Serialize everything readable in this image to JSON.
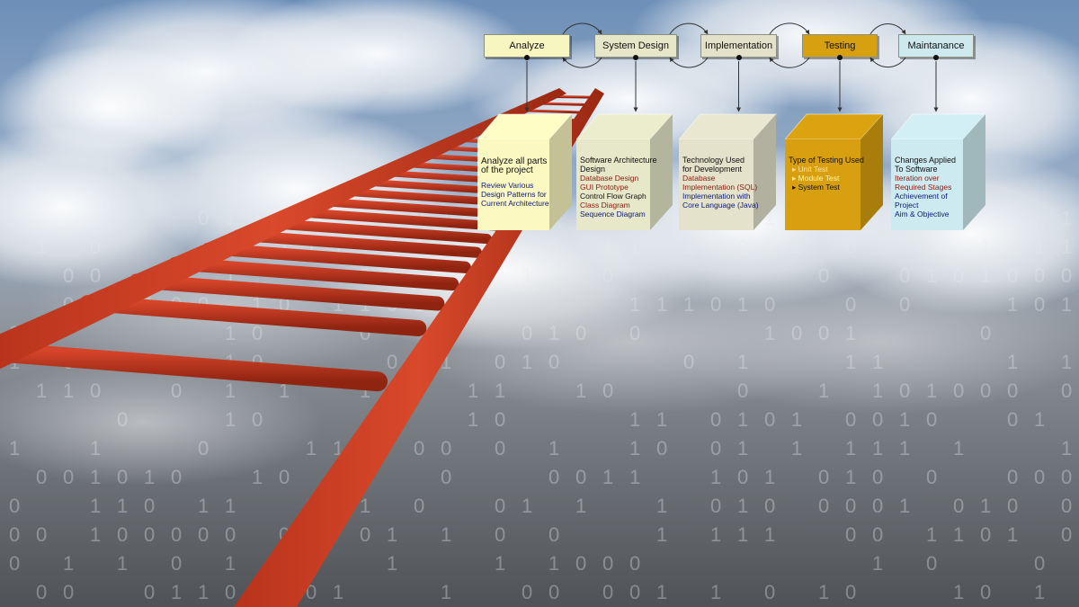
{
  "stages": [
    {
      "label": "Analyze",
      "color": "#f8f6c0"
    },
    {
      "label": "System Design",
      "color": "#e6e7c8"
    },
    {
      "label": "Implementation",
      "color": "#e3e1c9"
    },
    {
      "label": "Testing",
      "color": "#d7a011"
    },
    {
      "label": "Maintanance",
      "color": "#cde9ee"
    }
  ],
  "boxes": [
    {
      "color": "#fbf8c2",
      "title": [
        "Analyze all parts",
        "of the project"
      ],
      "items": [
        {
          "text": "Review Various",
          "color": "navy"
        },
        {
          "text": "Design Patterns for",
          "color": "navy"
        },
        {
          "text": "Current Architecture",
          "color": "navy"
        }
      ]
    },
    {
      "color": "#e7e8c9",
      "title": [
        "Software Architecture",
        "Design"
      ],
      "items": [
        {
          "text": "Database Design",
          "color": "maroon"
        },
        {
          "text": "GUI Prototype",
          "color": "maroon"
        },
        {
          "text": "Control Flow Graph",
          "color": "dark"
        },
        {
          "text": "Class Diagram",
          "color": "maroon"
        },
        {
          "text": "Sequence Diagram",
          "color": "navy"
        }
      ]
    },
    {
      "color": "#e4e2cb",
      "title": [
        "Technology Used",
        "for Development"
      ],
      "items": [
        {
          "text": "Database",
          "color": "maroon"
        },
        {
          "text": "Implementation (SQL)",
          "color": "maroon"
        },
        {
          "text": "Implementation with",
          "color": "navy"
        },
        {
          "text": "Core Language (Java)",
          "color": "navy"
        }
      ]
    },
    {
      "color": "#d8a010",
      "title": [
        "Type of Testing Used"
      ],
      "items": [
        {
          "text": "Unit Test",
          "color": "cream",
          "bullet": true
        },
        {
          "text": "Module Test",
          "color": "yellow",
          "bullet": true
        },
        {
          "text": "System Test",
          "color": "dark",
          "bullet": true
        }
      ]
    },
    {
      "color": "#cdeaf0",
      "title": [
        "Changes Applied",
        "To Software"
      ],
      "items": [
        {
          "text": "Iteration over",
          "color": "maroon"
        },
        {
          "text": "Required Stages",
          "color": "maroon"
        },
        {
          "text": "Achievement of",
          "color": "navy"
        },
        {
          "text": "Project",
          "color": "navy"
        },
        {
          "text": "Aim & Objective",
          "color": "navy"
        }
      ]
    }
  ]
}
